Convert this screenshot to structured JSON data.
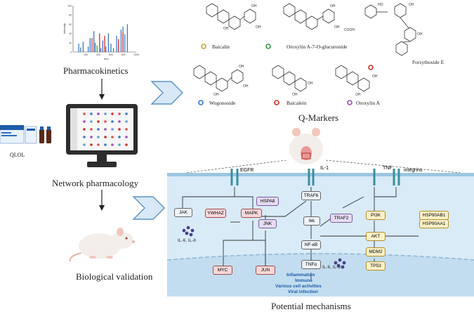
{
  "workflow": {
    "pharmacokinetics": "Pharmacokinetics",
    "network": "Network pharmacology",
    "biological": "Biological validation",
    "qlol": "QLOL"
  },
  "qmarkers": {
    "title": "Q-Markers",
    "baicalin": "Baicalin",
    "oroxylin_glucuronide": "Oroxylin A-7-O-glucuronide",
    "forsythoside": "Forsythoside E",
    "wogonoside": "Wogonoside",
    "baicalein": "Baicalein",
    "oroxylin_a": "Oroxylin A"
  },
  "mechanisms": {
    "title": "Potential mechanisms",
    "egfr": "EGFR",
    "il1": "IL-1",
    "tnf": "TNF",
    "integrins": "integrins",
    "traf6": "TRAF6",
    "traf2": "TRAF2",
    "pi3k": "PI3K",
    "jak": "JAK",
    "ywhaz": "YWHAZ",
    "mapk": "MAPK",
    "hspa8": "HSPA8",
    "jnk": "JNK",
    "ikk": "Ikk",
    "akt": "AKT",
    "hsp90ab1": "HSP90AB1",
    "hsp90aa1": "HSP90AA1",
    "mdm2": "MDM2",
    "tp53": "TP53",
    "nfkb": "NF-κB",
    "tnfa": "TNFα",
    "il6_il8_left": "IL-6, IL-8",
    "il6_il8_right": "IL-6, IL-8",
    "myc": "MYC",
    "jun": "JUN",
    "out1": "Inflammation",
    "out2": "Immune",
    "out3": "Various cell activities",
    "out4": "Viral infection"
  },
  "spectrum": {
    "ylabel": "Intensity",
    "xlabel": "m/z",
    "yticks": [
      "100",
      "80",
      "60",
      "40",
      "20",
      "0"
    ],
    "xticks": [
      "200",
      "400",
      "600",
      "800",
      "1000"
    ]
  },
  "chart_data": {
    "type": "bar",
    "xlabel": "m/z",
    "ylabel": "Intensity",
    "ylim": [
      0,
      100
    ],
    "xlim": [
      0,
      1000
    ],
    "series": [
      {
        "color": "#3b78c4",
        "x": [
          90,
          120,
          160,
          240,
          270,
          330,
          350,
          440,
          470,
          520,
          560,
          600,
          640,
          690,
          720,
          760,
          790,
          820,
          860
        ],
        "values": [
          18,
          10,
          22,
          12,
          30,
          45,
          20,
          8,
          25,
          12,
          40,
          18,
          8,
          35,
          22,
          48,
          55,
          38,
          60
        ]
      },
      {
        "color": "#c9302c",
        "x": [
          300,
          420,
          500,
          720,
          790
        ],
        "values": [
          30,
          40,
          35,
          28,
          42
        ]
      },
      {
        "color": "#2f9e44",
        "x": [
          380
        ],
        "values": [
          14
        ]
      }
    ]
  },
  "colors": {
    "cell_bg": "#d9ebf7",
    "membrane": "#9cc6e0",
    "nucleus": "#c2ddf0",
    "arrow_fill": "#d8e8f6",
    "arrow_stroke": "#5a93c8",
    "node_pink": "#f6d8d8",
    "node_yellow": "#fbf0c8",
    "node_purple": "#e6dcf2",
    "node_gray": "#eef3f7"
  }
}
